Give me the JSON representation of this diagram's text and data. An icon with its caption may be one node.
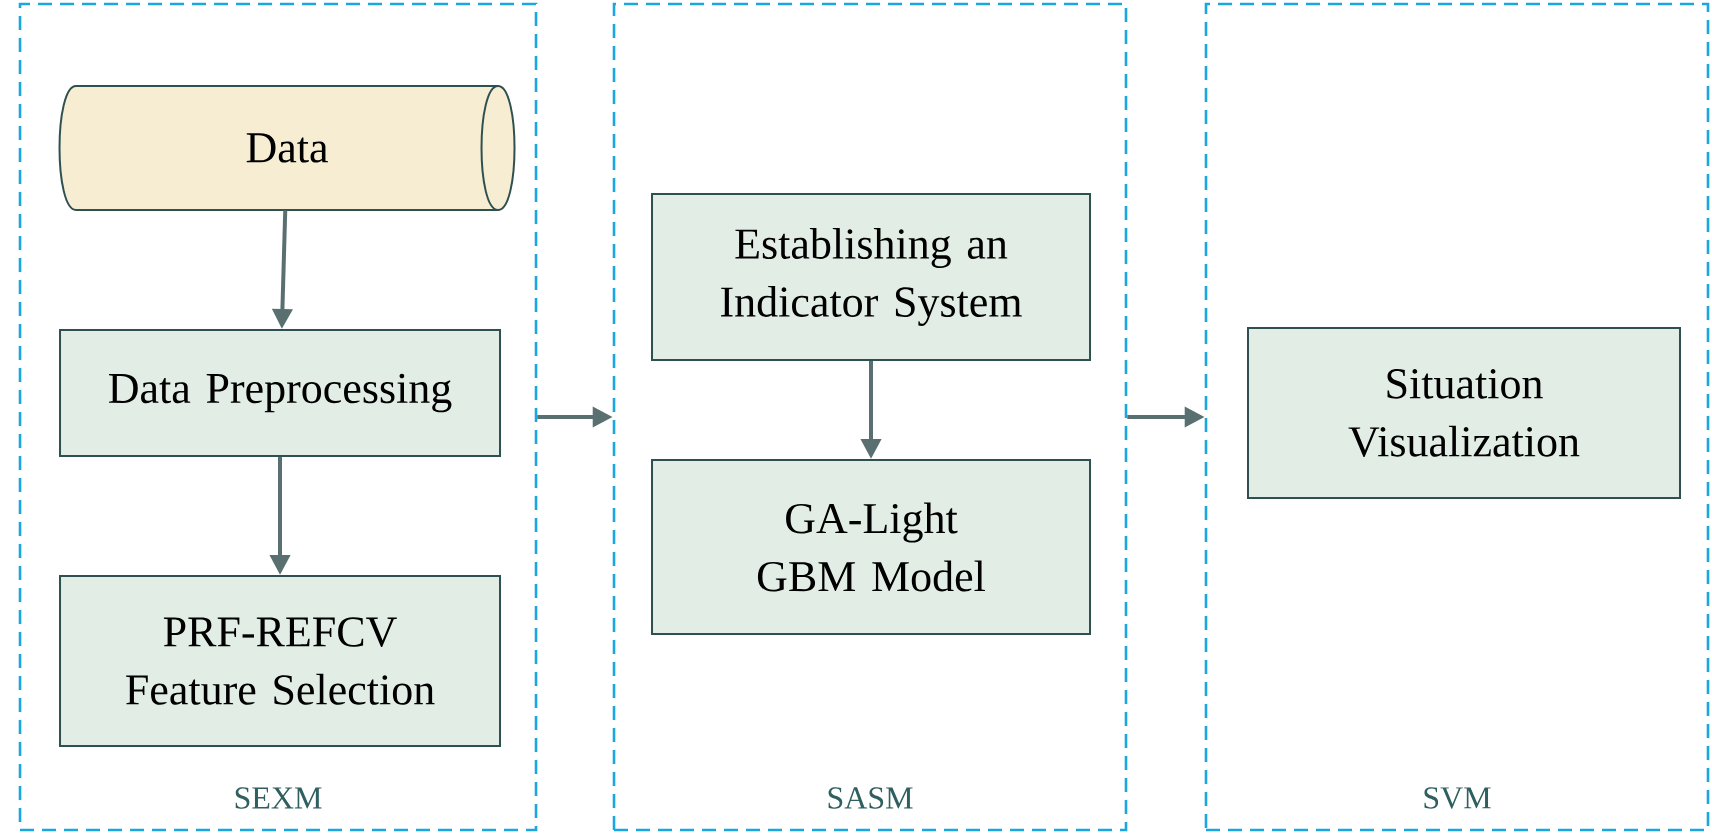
{
  "diagram": {
    "nodes": [
      {
        "text": [
          "SEXM"
        ]
      },
      {
        "text": [
          "Data"
        ],
        "in": 0
      },
      {
        "text": [
          "Data Preprocessing"
        ],
        "in": 0
      },
      {
        "text": [
          "PRF-REFCV Feature Selection"
        ],
        "in": 0
      },
      {
        "text": [
          "SASM"
        ]
      },
      {
        "text": [
          "Establishing an Indicator System"
        ],
        "in": 4
      },
      {
        "text": [
          "GA-Light GBM Model"
        ],
        "in": 4
      },
      {
        "text": [
          "SVM"
        ]
      },
      {
        "text": [
          "Situation Visualization"
        ],
        "in": 7
      }
    ],
    "edges": [
      {
        "from": 1,
        "to": 2,
        "arrow": "to"
      },
      {
        "from": 2,
        "to": 3,
        "arrow": "to"
      },
      {
        "from": 0,
        "to": 4,
        "arrow": "to"
      },
      {
        "from": 5,
        "to": 6,
        "arrow": "to"
      },
      {
        "from": 4,
        "to": 7,
        "arrow": "to"
      }
    ]
  }
}
